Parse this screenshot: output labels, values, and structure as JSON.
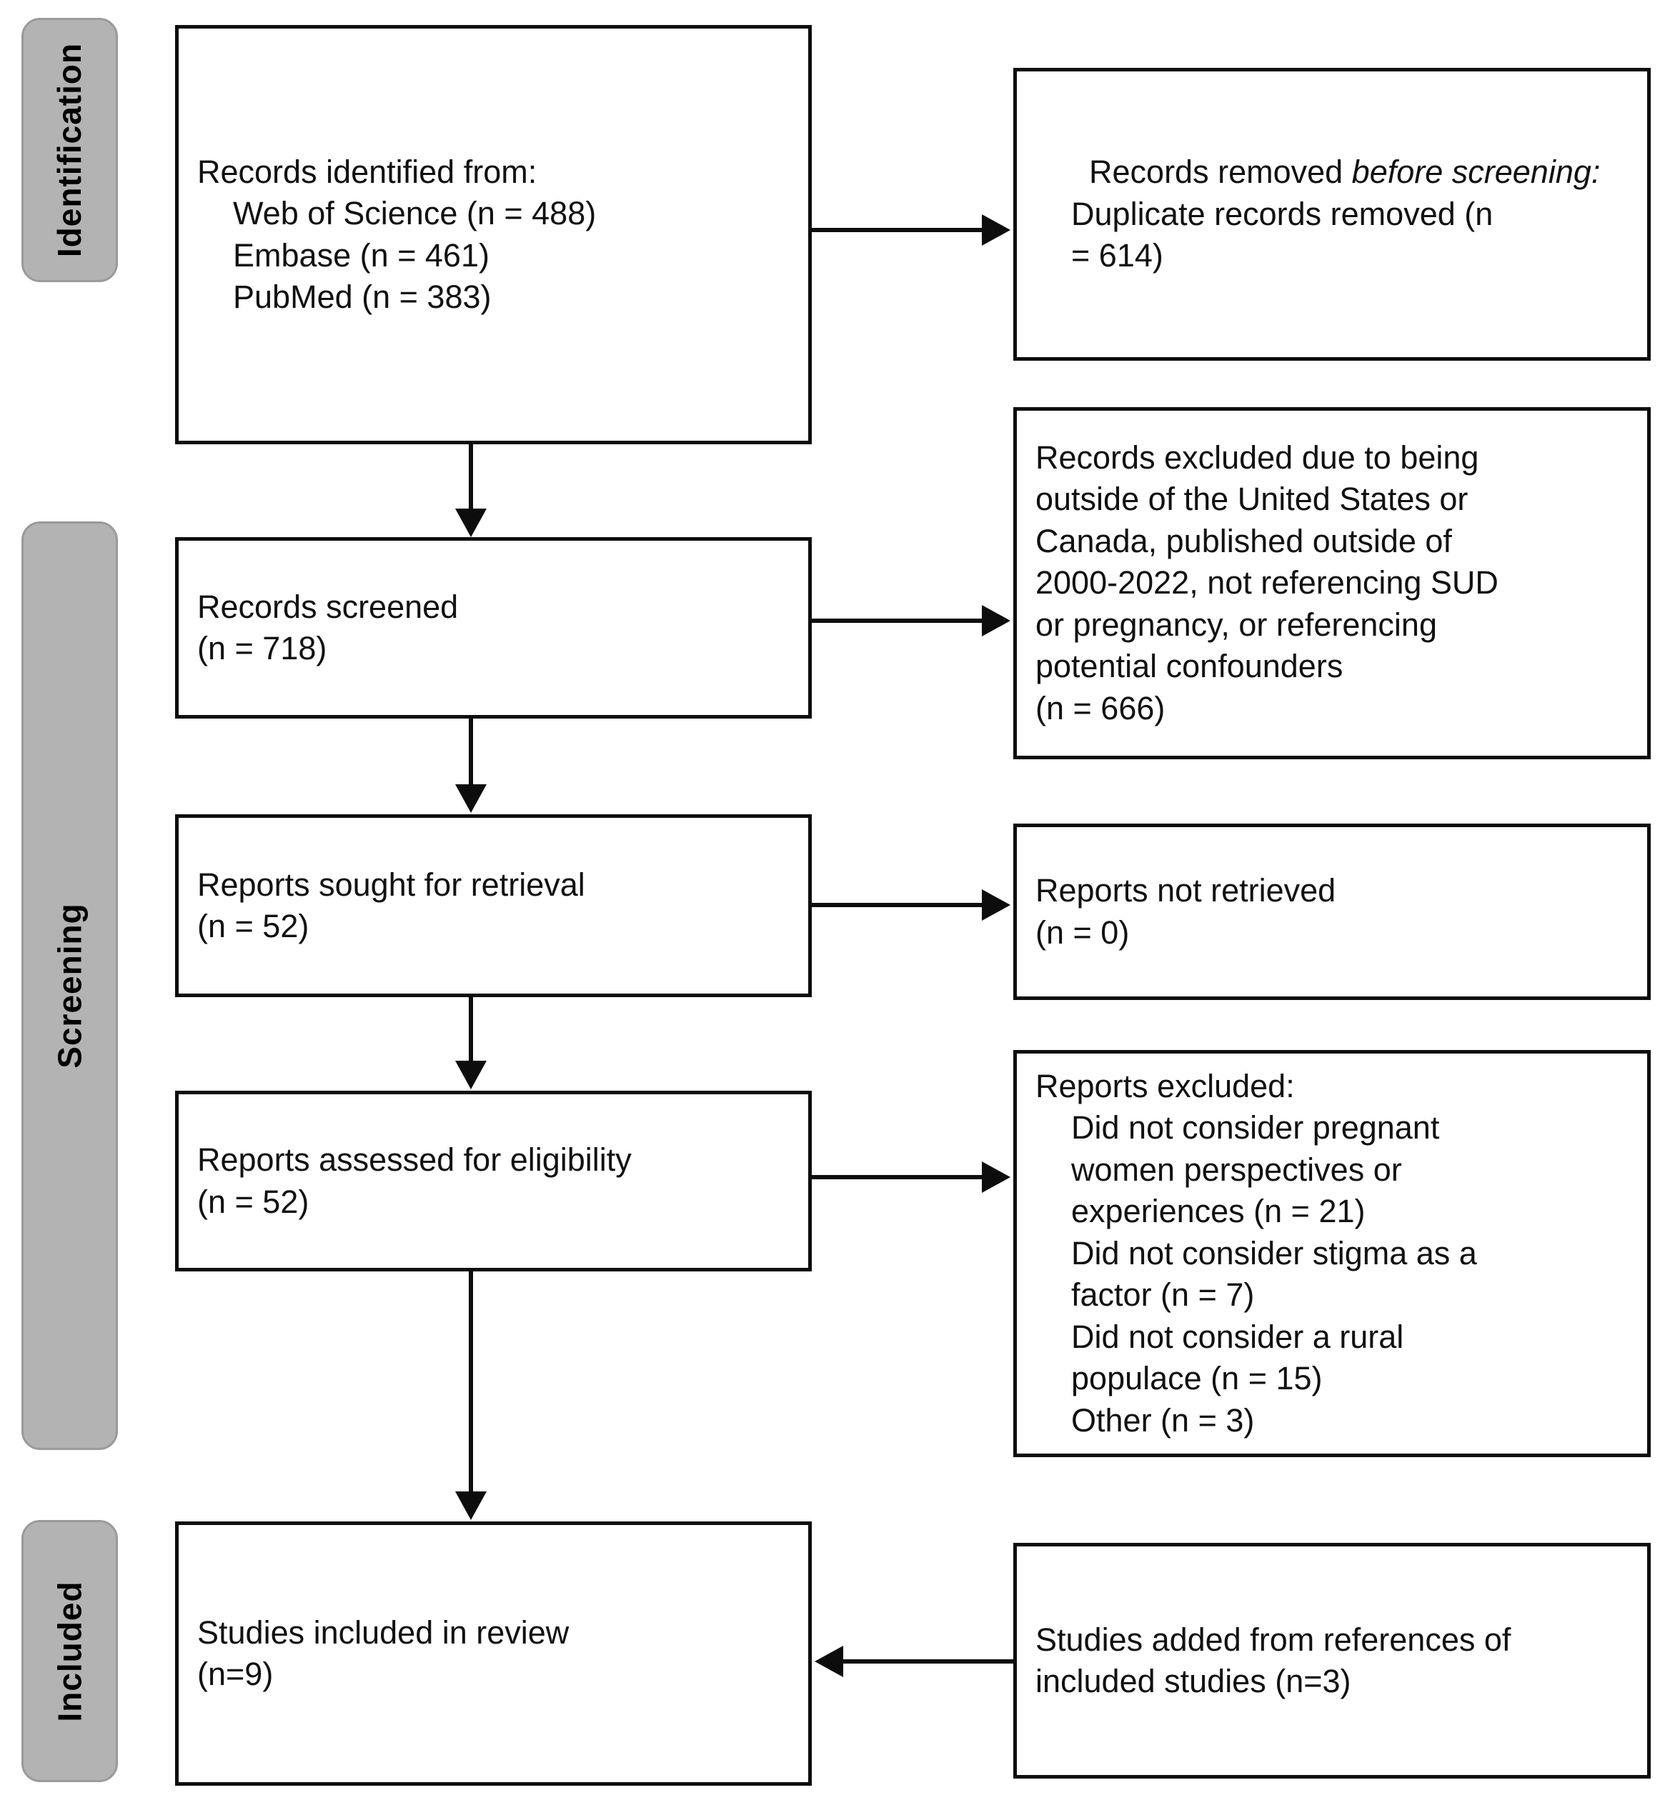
{
  "diagram": {
    "type": "prisma-flow-diagram",
    "phases": [
      {
        "id": "identification",
        "label": "Identification"
      },
      {
        "id": "screening",
        "label": "Screening"
      },
      {
        "id": "included",
        "label": "Included"
      }
    ],
    "left_column": [
      {
        "id": "records-identified",
        "lines": [
          "Records identified from:",
          "    Web of Science (n = 488)",
          "    Embase (n = 461)",
          "    PubMed (n = 383)"
        ],
        "counts": {
          "web_of_science": 488,
          "embase": 461,
          "pubmed": 383
        }
      },
      {
        "id": "records-screened",
        "lines": [
          "Records screened",
          "(n = 718)"
        ],
        "counts": {
          "n": 718
        }
      },
      {
        "id": "reports-sought",
        "lines": [
          "Reports sought for retrieval",
          "(n = 52)"
        ],
        "counts": {
          "n": 52
        }
      },
      {
        "id": "reports-assessed",
        "lines": [
          "Reports assessed for eligibility",
          "(n = 52)"
        ],
        "counts": {
          "n": 52
        }
      },
      {
        "id": "studies-included",
        "lines": [
          "Studies included in review",
          "(n=9)"
        ],
        "counts": {
          "n": 9
        }
      }
    ],
    "right_column": [
      {
        "id": "records-removed-before-screening",
        "heading_plain": "Records removed ",
        "heading_italic": "before screening",
        "heading_tail": ":",
        "lines": [
          "    Duplicate records removed (n",
          "    = 614)"
        ],
        "counts": {
          "duplicates_removed": 614
        }
      },
      {
        "id": "records-excluded",
        "lines": [
          "Records excluded due to being",
          "outside of the United States or",
          "Canada, published outside of",
          "2000-2022, not referencing SUD",
          "or pregnancy, or referencing",
          "potential confounders",
          "(n = 666)"
        ],
        "counts": {
          "n": 666
        }
      },
      {
        "id": "reports-not-retrieved",
        "lines": [
          "Reports not retrieved",
          "(n = 0)"
        ],
        "counts": {
          "n": 0
        }
      },
      {
        "id": "reports-excluded",
        "lines": [
          "Reports excluded:",
          "    Did not consider pregnant",
          "    women perspectives or",
          "    experiences (n = 21)",
          "    Did not consider stigma as a",
          "    factor (n = 7)",
          "    Did not consider a rural",
          "    populace (n = 15)",
          "    Other (n = 3)"
        ],
        "counts": {
          "no_pregnant_women_perspectives": 21,
          "no_stigma_factor": 7,
          "no_rural_populace": 15,
          "other": 3
        }
      },
      {
        "id": "studies-added-from-references",
        "lines": [
          "Studies added from references of",
          "included studies (n=3)"
        ],
        "counts": {
          "n": 3
        }
      }
    ],
    "colors": {
      "band_fill": "#b3b3b3",
      "band_stroke": "#9a9a9a",
      "box_stroke": "#0d0d0d",
      "box_fill": "#ffffff",
      "text": "#111111"
    }
  }
}
